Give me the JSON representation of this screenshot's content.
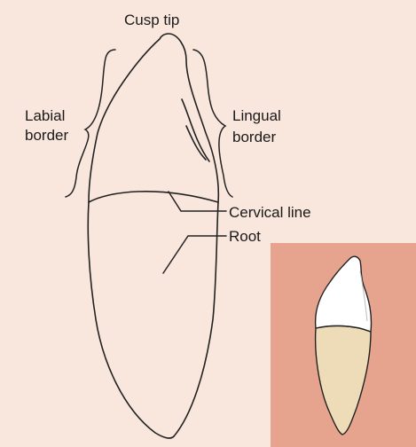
{
  "labels": {
    "cusp_tip": "Cusp tip",
    "labial_line1": "Labial",
    "labial_line2": "border",
    "lingual_line1": "Lingual",
    "lingual_line2": "border",
    "cervical_line": "Cervical line",
    "root": "Root"
  },
  "colors": {
    "background": "#f9e6dc",
    "outline": "#222222",
    "inset_background": "#e6a48f",
    "enamel": "#ffffff",
    "root_fill": "#eedcb8"
  }
}
